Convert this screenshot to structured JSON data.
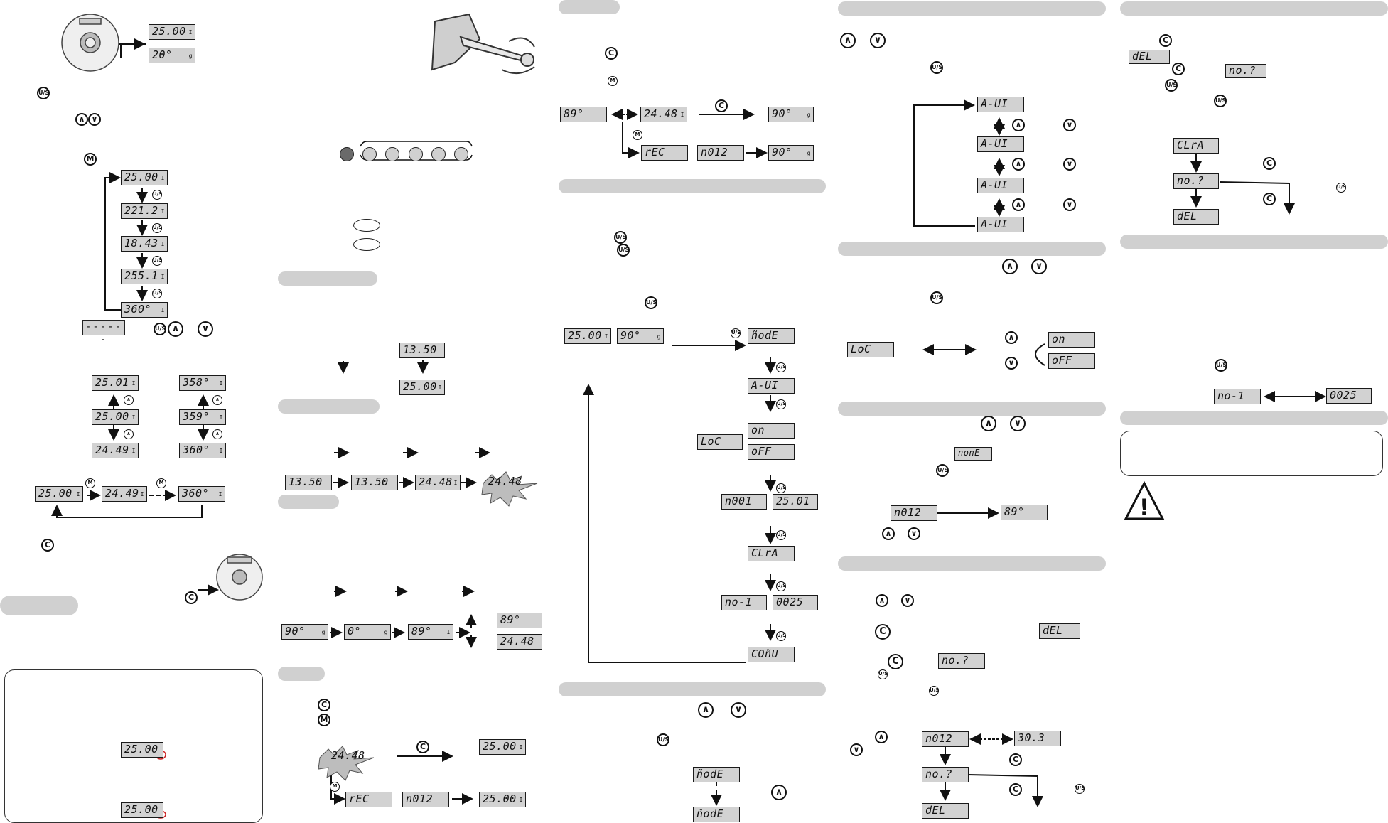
{
  "colors": {
    "lcd_bg": "#d2d2d2",
    "header_bar": "#d0d0d0",
    "ink": "#111111",
    "callout_red": "#cc2222"
  },
  "buttons": {
    "us": "U/S",
    "m": "M",
    "c": "C",
    "up": "∧",
    "down": "∨"
  },
  "col1": {
    "top_display_1": "25.00",
    "top_display_2": "20°",
    "cycle": [
      "25.00",
      "221.2",
      "18.43",
      "255.1",
      "360°"
    ],
    "dashes": "------",
    "adjust_left": [
      "25.01",
      "25.00",
      "24.49"
    ],
    "adjust_right": [
      "358°",
      "359°",
      "360°"
    ],
    "mem_row": [
      "25.00",
      "24.49",
      "360°"
    ],
    "box_display_1": "25.00",
    "box_display_2": "25.00"
  },
  "col2": {
    "single_1": "13.50",
    "single_2": "25.00",
    "seq1": [
      "13.50",
      "13.50",
      "24.48",
      "24.48"
    ],
    "seq2": [
      "90°",
      "0°",
      "89°"
    ],
    "seq2_right": [
      "89°",
      "24.48"
    ],
    "rec_flash": "24.48",
    "rec_result": "25.00",
    "rec_label": "rEC",
    "rec_num": "n012",
    "rec_result_2": "25.00"
  },
  "col3": {
    "top_row": [
      "89°",
      "24.48",
      "90°"
    ],
    "top_rec": [
      "rEC",
      "n012",
      "90°"
    ],
    "menu_start": [
      "25.00",
      "90°"
    ],
    "menu": [
      "ñodE",
      "A-UI",
      "on",
      "oFF",
      "n001",
      "25.01",
      "CLrA",
      "no-1",
      "0025",
      "COñU"
    ],
    "loc": "LoC",
    "bottom_menu": [
      "ñodE",
      "ñodE"
    ]
  },
  "col4": {
    "aui": [
      "A-UI",
      "A-UI",
      "A-UI",
      "A-UI"
    ],
    "loc": "LoC",
    "loc_on": "on",
    "loc_off": "oFF",
    "none": "nonE",
    "n012": "n012",
    "n012_val": "89°",
    "del": "dEL",
    "nop": "no.?",
    "n012_b": "n012",
    "val_b": "30.3",
    "nop_b": "no.?",
    "del_b": "dEL"
  },
  "col5": {
    "del_top": "dEL",
    "nop_top": "no.?",
    "clra": "CLrA",
    "nop": "no.?",
    "del": "dEL",
    "no1": "no-1",
    "count": "0025"
  }
}
